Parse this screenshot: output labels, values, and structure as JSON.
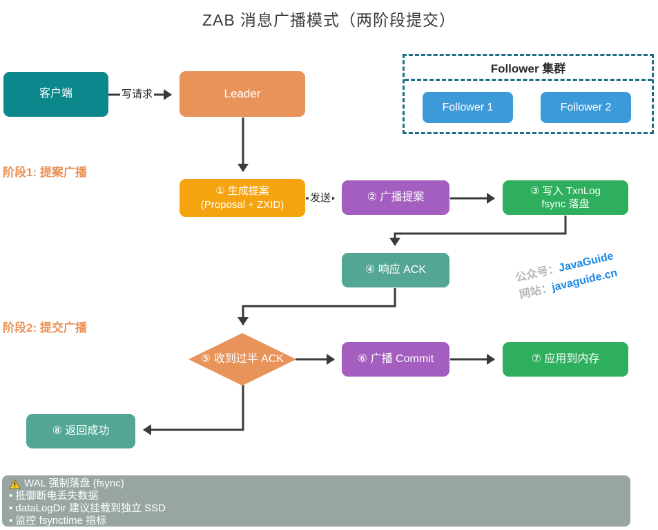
{
  "title": "ZAB 消息广播模式（两阶段提交）",
  "colors": {
    "teal": "#0c878c",
    "orange": "#e8935a",
    "amber": "#f5a40f",
    "purple": "#a35ebf",
    "green": "#2eaf5d",
    "sea_green": "#52a693",
    "blue": "#3d9ad9",
    "cluster_border": "#1b6e86",
    "note_gray": "#98a5a3",
    "arrow_dark": "#3a3a3a",
    "watermark_blue": "#1c87e5",
    "warning_yellow": "#f7c325"
  },
  "nodes": {
    "client": {
      "label": "客户端"
    },
    "leader": {
      "label": "Leader"
    },
    "step1": {
      "line1": "① 生成提案",
      "line2": "(Proposal + ZXID)"
    },
    "step2": {
      "label": "② 广播提案"
    },
    "step3": {
      "line1": "③ 写入 TxnLog",
      "line2": "fsync 落盘"
    },
    "step4": {
      "label": "④ 响应 ACK"
    },
    "step5": {
      "label": "⑤ 收到过半 ACK"
    },
    "step6": {
      "label": "⑥ 广播 Commit"
    },
    "step7": {
      "label": "⑦ 应用到内存"
    },
    "step8": {
      "label": "⑧ 返回成功"
    }
  },
  "cluster": {
    "title": "Follower 集群",
    "followers": [
      {
        "label": "Follower 1"
      },
      {
        "label": "Follower 2"
      }
    ]
  },
  "phases": {
    "phase1": "阶段1: 提案广播",
    "phase2": "阶段2: 提交广播"
  },
  "edge_labels": {
    "write_request": "写请求",
    "send": "发送"
  },
  "watermark": {
    "line1_label": "公众号：",
    "line1_value": "JavaGuide",
    "line2_label": "网站：",
    "line2_value": "javaguide.cn"
  },
  "note": {
    "title": "WAL 强制落盘 (fsync)",
    "bullets": [
      "• 抵御断电丢失数据",
      "• dataLogDir 建议挂载到独立 SSD",
      "• 监控 fsynctime 指标"
    ]
  }
}
